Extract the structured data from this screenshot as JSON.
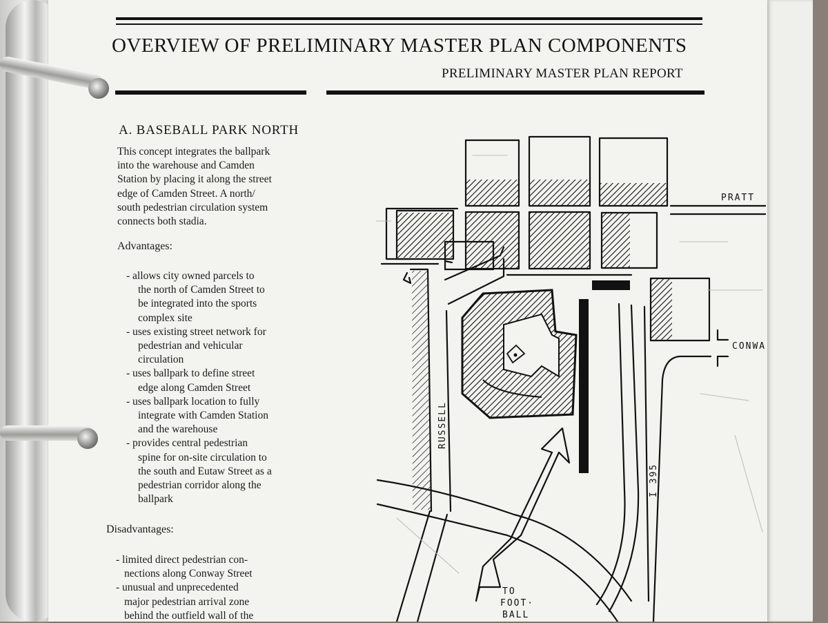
{
  "header": {
    "title": "OVERVIEW OF PRELIMINARY MASTER PLAN COMPONENTS",
    "subtitle": "PRELIMINARY MASTER PLAN REPORT"
  },
  "section": {
    "heading": "A.  BASEBALL PARK NORTH",
    "intro_lines": [
      "This concept integrates the ballpark",
      "into the warehouse and Camden",
      "Station by placing it along the street",
      "edge of Camden Street.   A north/",
      "south pedestrian circulation system",
      "connects both stadia."
    ],
    "advantages_label": "Advantages:",
    "advantages": [
      [
        "- allows city owned parcels to",
        "the north of Camden Street to",
        "be integrated into the sports",
        "complex site"
      ],
      [
        "- uses existing street network for",
        "pedestrian and vehicular",
        "circulation"
      ],
      [
        "- uses ballpark to define street",
        "edge along Camden Street"
      ],
      [
        "- uses ballpark location to fully",
        "integrate with Camden Station",
        "and the warehouse"
      ],
      [
        "- provides central pedestrian",
        "spine for on-site circulation to",
        "the south and Eutaw Street as a",
        "pedestrian corridor along the",
        "ballpark"
      ]
    ],
    "disadvantages_label": "Disadvantages:",
    "disadvantages": [
      [
        "- limited direct pedestrian con-",
        "nections along Conway Street"
      ],
      [
        "- unusual and unprecedented",
        "major pedestrian arrival zone",
        "behind the outfield wall of the"
      ]
    ]
  },
  "map": {
    "labels": {
      "pratt": "PRATT",
      "conway": "CONWAY",
      "russell": "RUSSELL",
      "i395": "I 395",
      "to_football_1": "TO",
      "to_football_2": "FOOT·",
      "to_football_3": "BALL"
    }
  }
}
